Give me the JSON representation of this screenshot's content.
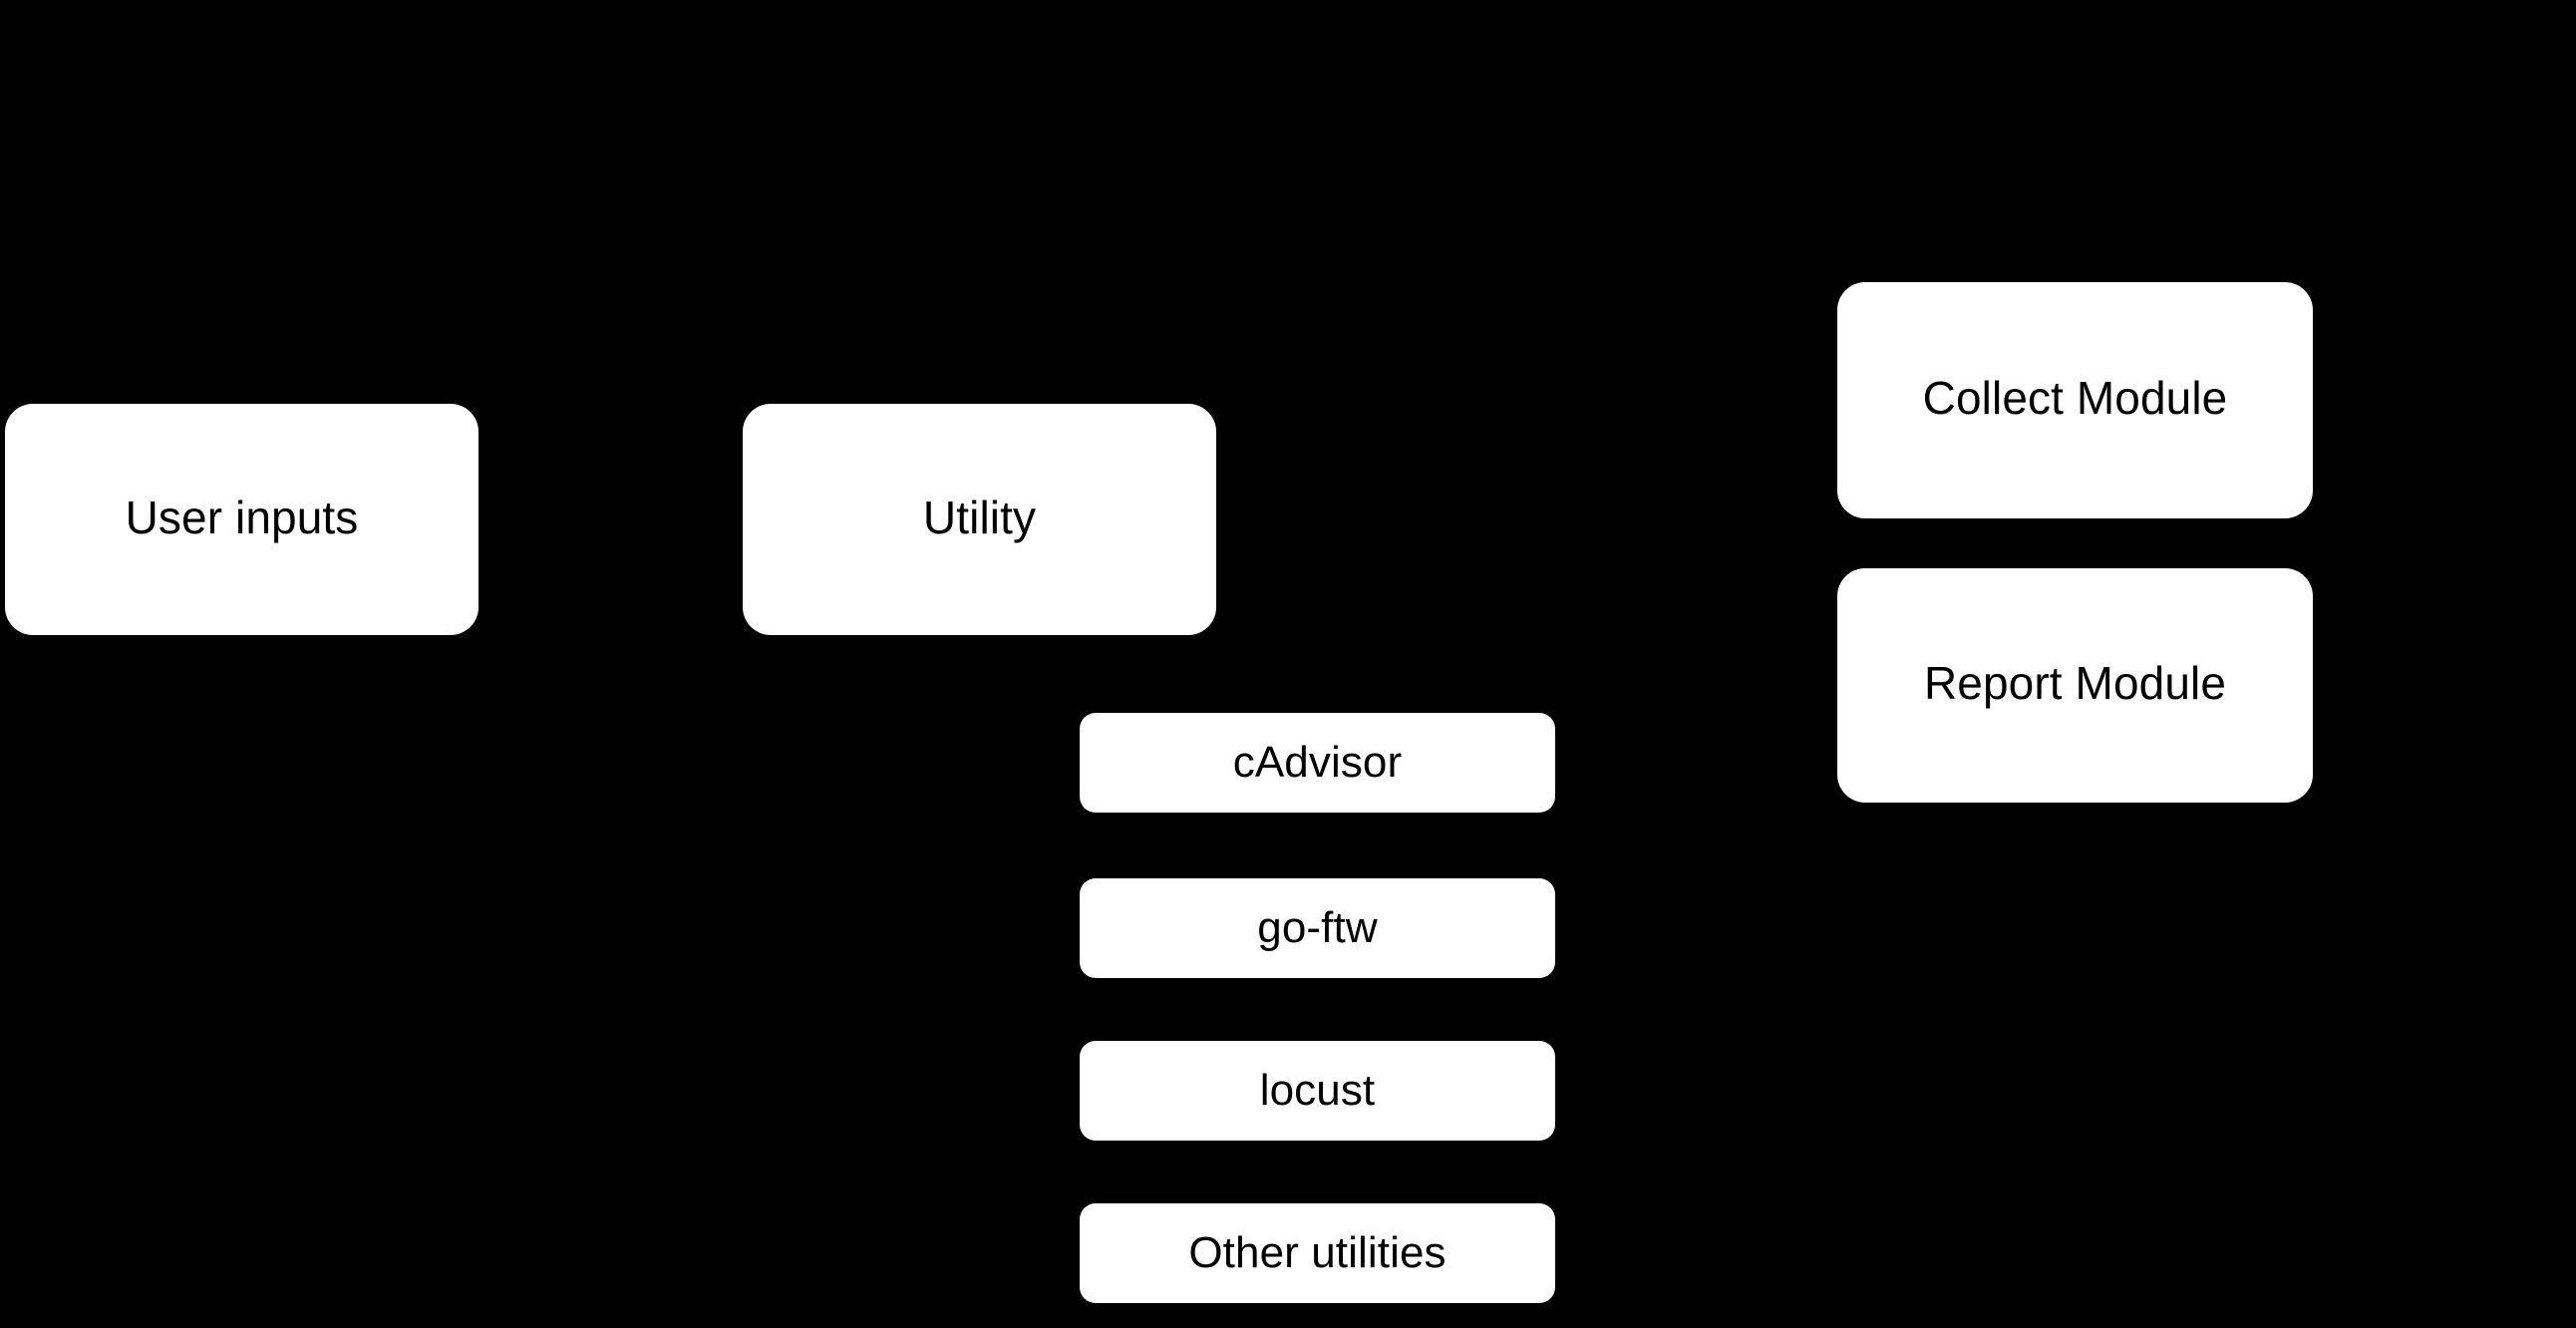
{
  "diagram": {
    "background_color": "#000000",
    "node_fill_color": "#ffffff",
    "node_text_color": "#000000",
    "nodes": [
      {
        "id": "user-inputs",
        "label": "User inputs"
      },
      {
        "id": "utility",
        "label": "Utility"
      },
      {
        "id": "collect-module",
        "label": "Collect Module"
      },
      {
        "id": "report-module",
        "label": "Report Module"
      },
      {
        "id": "cadvisor",
        "label": "cAdvisor"
      },
      {
        "id": "go-ftw",
        "label": "go-ftw"
      },
      {
        "id": "locust",
        "label": "locust"
      },
      {
        "id": "other-utilities",
        "label": "Other utilities"
      }
    ]
  }
}
